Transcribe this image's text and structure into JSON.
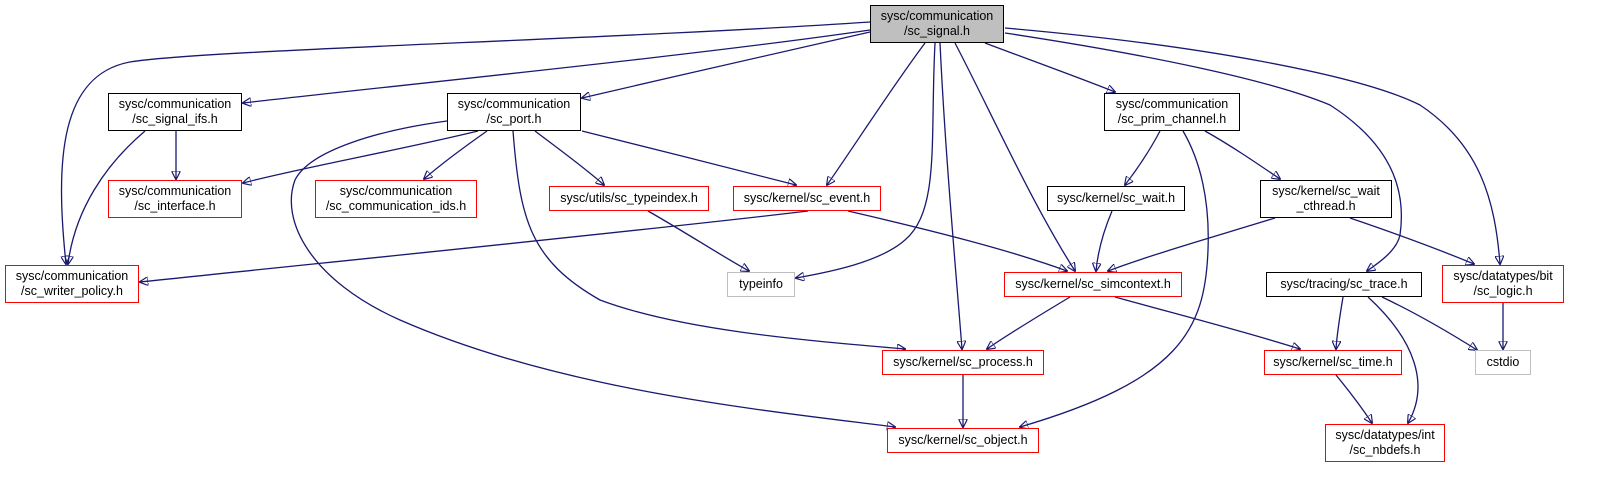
{
  "nodes": [
    {
      "id": "root",
      "style": "root",
      "lines": [
        "sysc/communication",
        "/sc_signal.h"
      ]
    },
    {
      "id": "signal_ifs",
      "style": "black",
      "lines": [
        "sysc/communication",
        "/sc_signal_ifs.h"
      ]
    },
    {
      "id": "port",
      "style": "black",
      "lines": [
        "sysc/communication",
        "/sc_port.h"
      ]
    },
    {
      "id": "prim_channel",
      "style": "black",
      "lines": [
        "sysc/communication",
        "/sc_prim_channel.h"
      ]
    },
    {
      "id": "interface",
      "style": "red",
      "lines": [
        "sysc/communication",
        "/sc_interface.h"
      ]
    },
    {
      "id": "comm_ids",
      "style": "red",
      "lines": [
        "sysc/communication",
        "/sc_communication_ids.h"
      ]
    },
    {
      "id": "typeindex",
      "style": "red",
      "lines": [
        "sysc/utils/sc_typeindex.h"
      ]
    },
    {
      "id": "event",
      "style": "red",
      "lines": [
        "sysc/kernel/sc_event.h"
      ]
    },
    {
      "id": "wait",
      "style": "black",
      "lines": [
        "sysc/kernel/sc_wait.h"
      ]
    },
    {
      "id": "wait_cthread",
      "style": "black",
      "lines": [
        "sysc/kernel/sc_wait",
        "_cthread.h"
      ]
    },
    {
      "id": "writer_policy",
      "style": "red",
      "lines": [
        "sysc/communication",
        "/sc_writer_policy.h"
      ]
    },
    {
      "id": "typeinfo",
      "style": "gray",
      "lines": [
        "typeinfo"
      ]
    },
    {
      "id": "simcontext",
      "style": "red",
      "lines": [
        "sysc/kernel/sc_simcontext.h"
      ]
    },
    {
      "id": "trace",
      "style": "black",
      "lines": [
        "sysc/tracing/sc_trace.h"
      ]
    },
    {
      "id": "logic",
      "style": "red",
      "lines": [
        "sysc/datatypes/bit",
        "/sc_logic.h"
      ]
    },
    {
      "id": "process",
      "style": "red",
      "lines": [
        "sysc/kernel/sc_process.h"
      ]
    },
    {
      "id": "time",
      "style": "red",
      "lines": [
        "sysc/kernel/sc_time.h"
      ]
    },
    {
      "id": "cstdio",
      "style": "gray",
      "lines": [
        "cstdio"
      ]
    },
    {
      "id": "object",
      "style": "red",
      "lines": [
        "sysc/kernel/sc_object.h"
      ]
    },
    {
      "id": "nbdefs",
      "style": "red",
      "lines": [
        "sysc/datatypes/int",
        "/sc_nbdefs.h"
      ]
    }
  ],
  "edges": [
    {
      "from": "root",
      "to": "signal_ifs"
    },
    {
      "from": "root",
      "to": "port"
    },
    {
      "from": "root",
      "to": "prim_channel"
    },
    {
      "from": "root",
      "to": "writer_policy"
    },
    {
      "from": "root",
      "to": "event"
    },
    {
      "from": "root",
      "to": "typeinfo"
    },
    {
      "from": "root",
      "to": "simcontext"
    },
    {
      "from": "root",
      "to": "process"
    },
    {
      "from": "root",
      "to": "trace"
    },
    {
      "from": "root",
      "to": "logic"
    },
    {
      "from": "signal_ifs",
      "to": "interface"
    },
    {
      "from": "signal_ifs",
      "to": "writer_policy"
    },
    {
      "from": "port",
      "to": "interface"
    },
    {
      "from": "port",
      "to": "comm_ids"
    },
    {
      "from": "port",
      "to": "typeindex"
    },
    {
      "from": "port",
      "to": "event"
    },
    {
      "from": "port",
      "to": "process"
    },
    {
      "from": "port",
      "to": "object"
    },
    {
      "from": "prim_channel",
      "to": "wait"
    },
    {
      "from": "prim_channel",
      "to": "wait_cthread"
    },
    {
      "from": "prim_channel",
      "to": "object"
    },
    {
      "from": "typeindex",
      "to": "typeinfo"
    },
    {
      "from": "event",
      "to": "writer_policy"
    },
    {
      "from": "event",
      "to": "simcontext"
    },
    {
      "from": "wait",
      "to": "simcontext"
    },
    {
      "from": "wait_cthread",
      "to": "simcontext"
    },
    {
      "from": "wait_cthread",
      "to": "logic"
    },
    {
      "from": "simcontext",
      "to": "process"
    },
    {
      "from": "simcontext",
      "to": "time"
    },
    {
      "from": "trace",
      "to": "time"
    },
    {
      "from": "trace",
      "to": "cstdio"
    },
    {
      "from": "trace",
      "to": "nbdefs"
    },
    {
      "from": "logic",
      "to": "cstdio"
    },
    {
      "from": "process",
      "to": "object"
    },
    {
      "from": "time",
      "to": "nbdefs"
    }
  ]
}
